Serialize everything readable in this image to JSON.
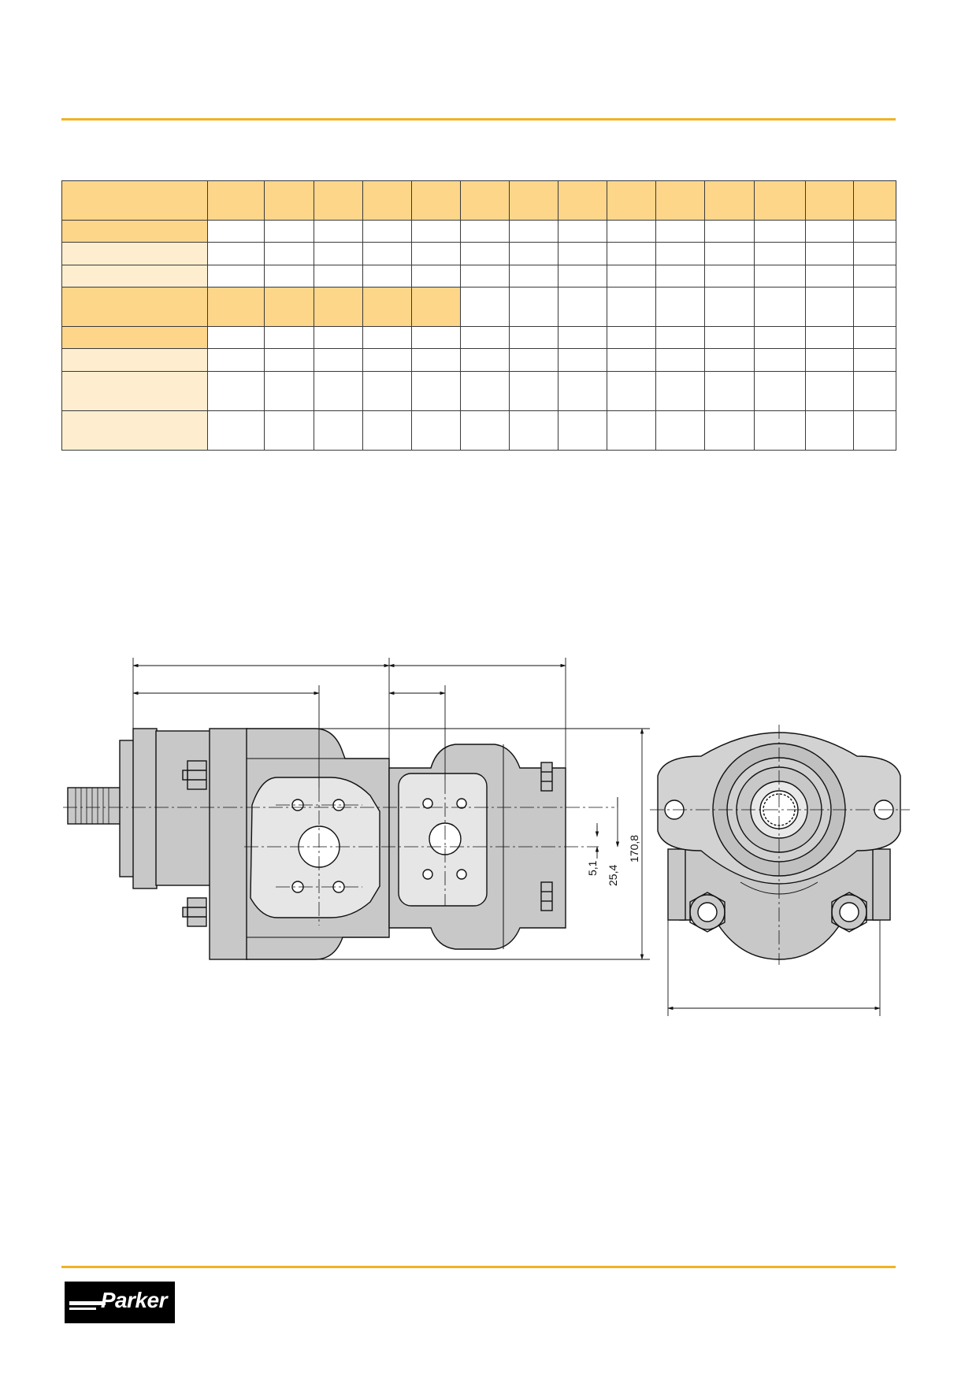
{
  "drawing": {
    "dimensions": {
      "dim_5_1": "5,1",
      "dim_25_4": "25,4",
      "dim_170_8": "170,8"
    }
  },
  "brand": {
    "logo_text": "Parker",
    "accent_color": "#f0b323",
    "header_fill_dark": "#fdd68a",
    "header_fill_light": "#feeecf",
    "drawing_fill": "#c8c8c8"
  }
}
